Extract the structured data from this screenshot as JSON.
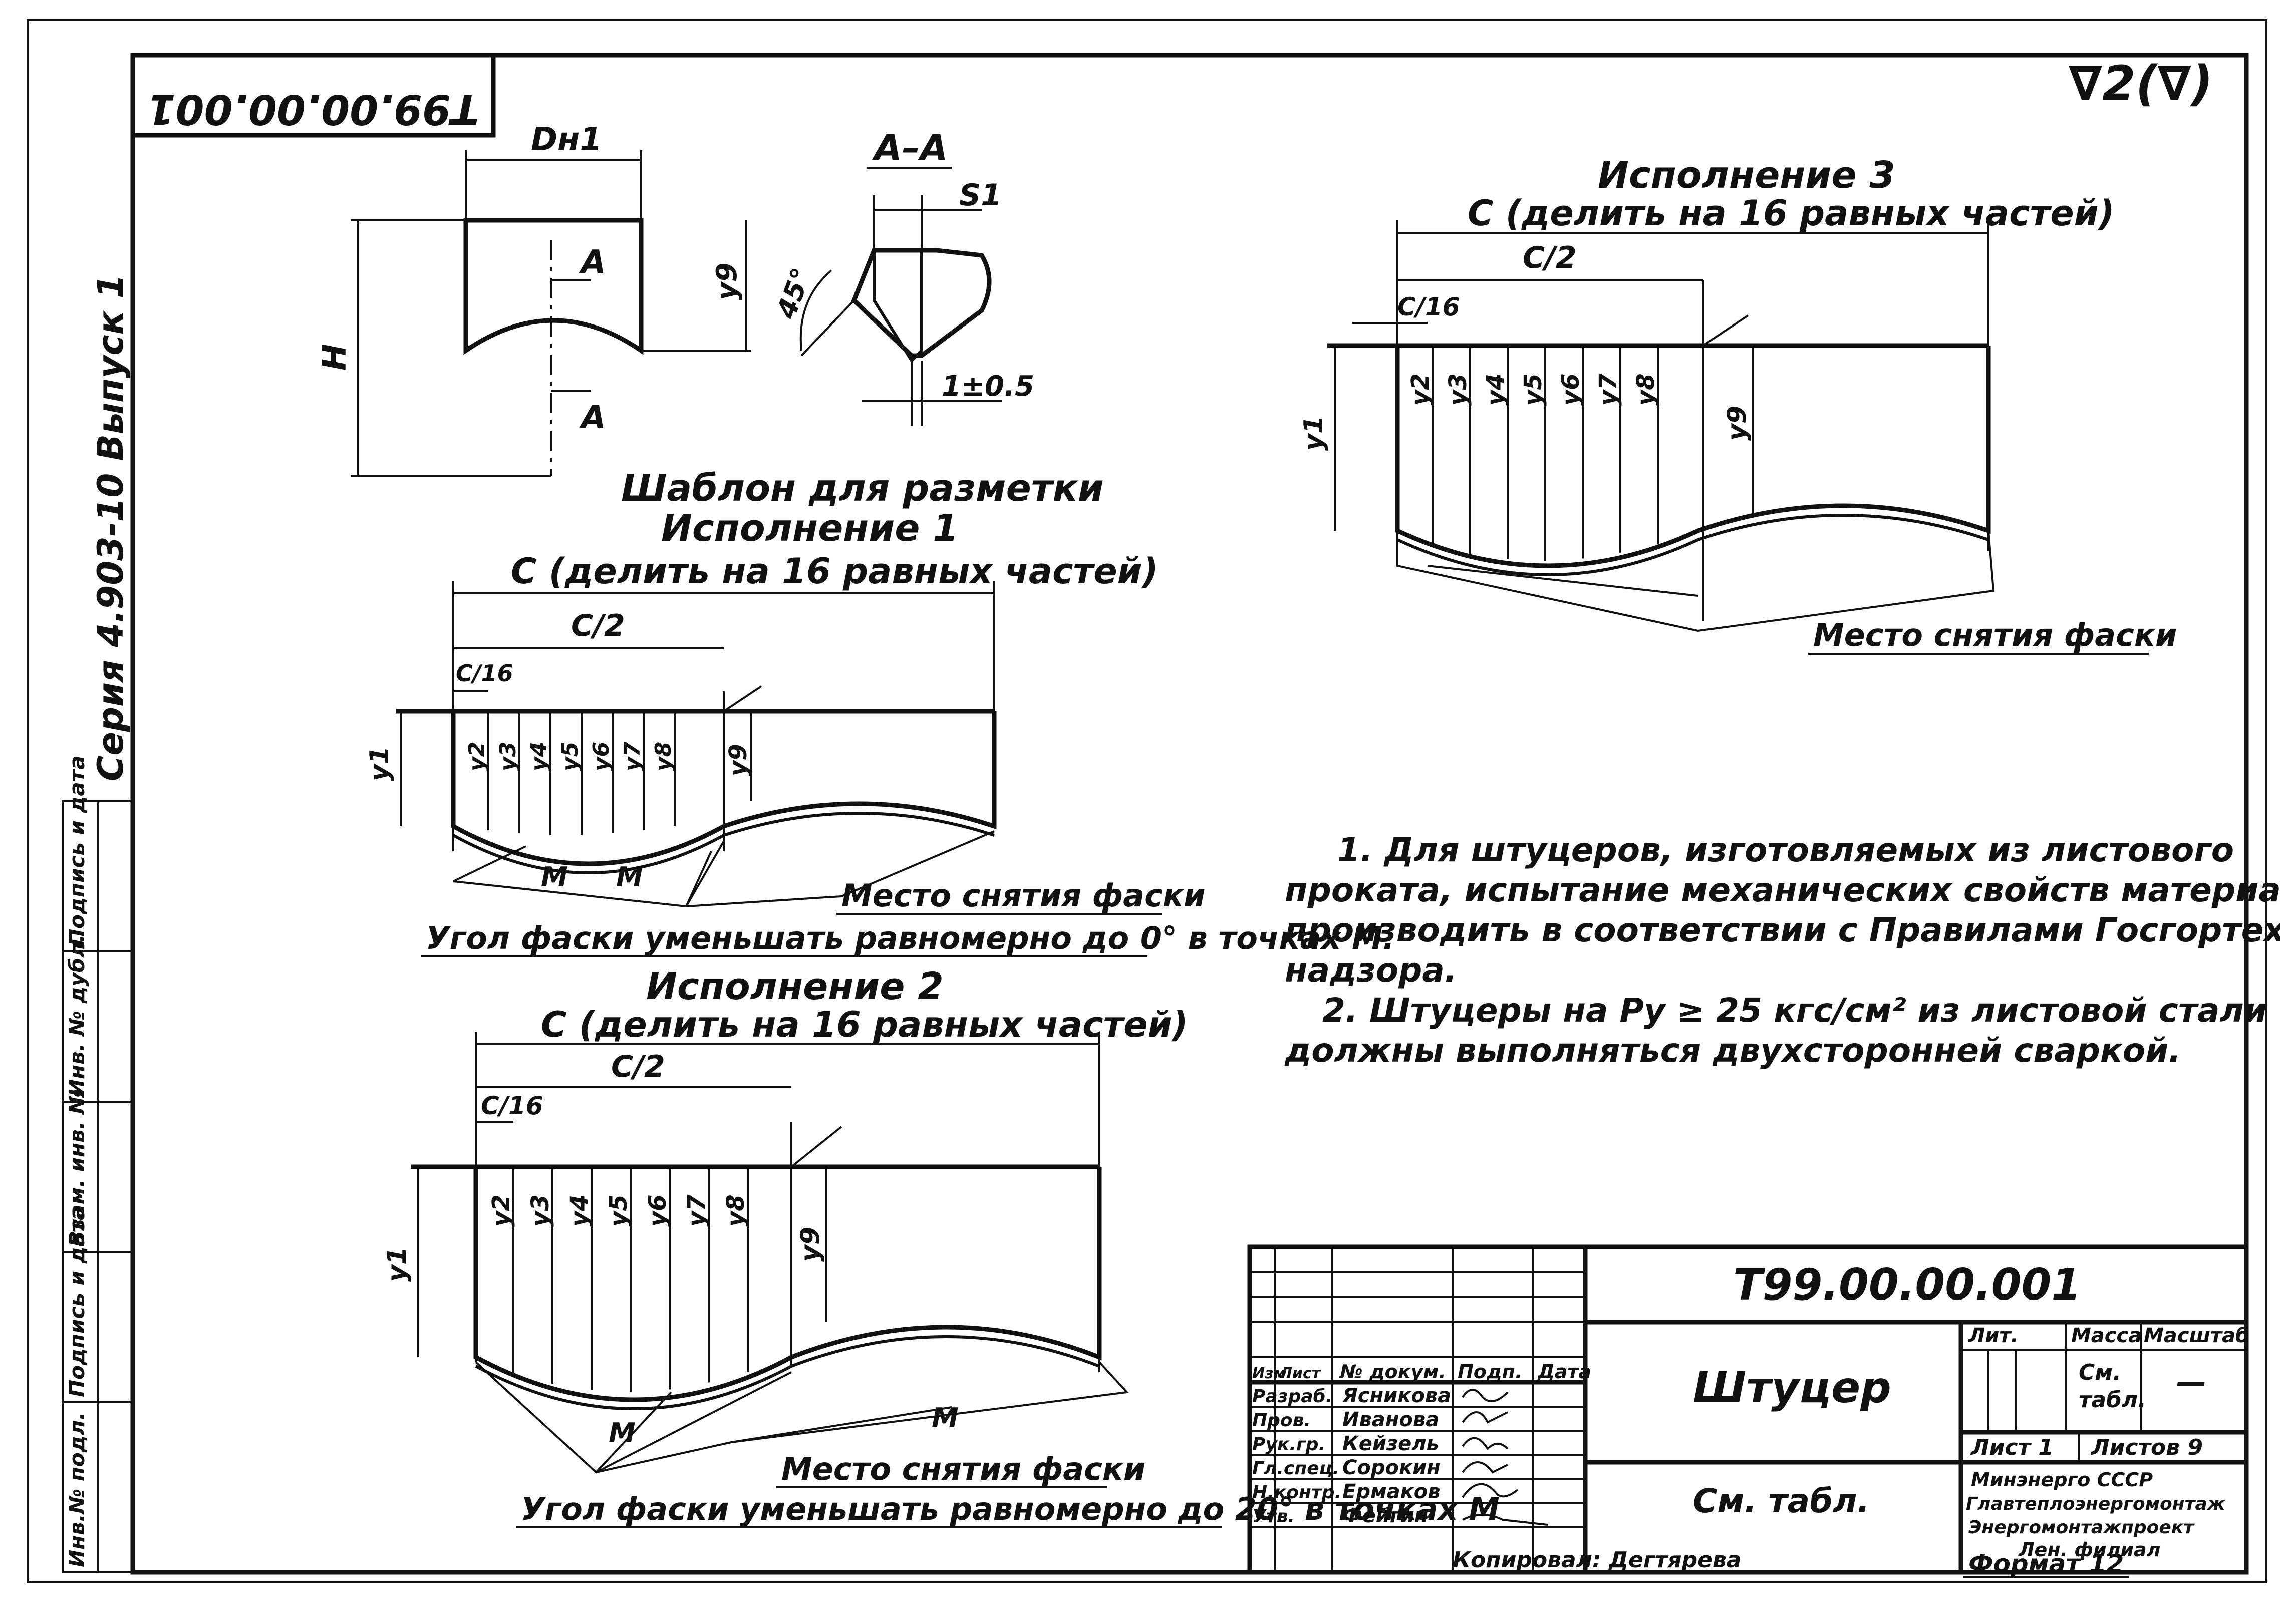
{
  "top_stamp": "T99.00.00.001",
  "roughness": "∇2(∇)",
  "side_series": "Серия 4.903-10 Выпуск 1",
  "side_stamp": [
    "Инв.№ подл.",
    "Подпись и дата",
    "Взам. инв. №",
    "Инв. № дубл.",
    "Подпись и дата"
  ],
  "template": {
    "dn_label": "Dн1",
    "h_label": "H",
    "y9_label": "y9",
    "section_label": "A",
    "section": {
      "title": "А–А",
      "s_label": "S1",
      "angle": "45°",
      "gap": "1±0.5"
    },
    "title": "Шаблон для разметки",
    "subtitle": "Исполнение 1"
  },
  "exec1": {
    "c_label": "С (делить на 16 равных частей)",
    "c2_label": "C/2",
    "c16_label": "C/16",
    "y_labels": [
      "y1",
      "y2",
      "y3",
      "y4",
      "y5",
      "y6",
      "y7",
      "y8",
      "y9"
    ],
    "m_label": "M",
    "chamfer": "Место снятия фаски",
    "note": "Угол фаски уменьшать равномерно до 0° в точках М."
  },
  "exec2": {
    "title": "Исполнение 2",
    "c_label": "С (делить на 16 равных частей)",
    "c2_label": "C/2",
    "c16_label": "C/16",
    "y_labels": [
      "y1",
      "y2",
      "y3",
      "y4",
      "y5",
      "y6",
      "y7",
      "y8",
      "y9"
    ],
    "m_label": "M",
    "chamfer": "Место снятия фаски",
    "note": "Угол фаски уменьшать равномерно до 20° в точках М"
  },
  "exec3": {
    "title": "Исполнение 3",
    "c_label": "С (делить на 16 равных частей)",
    "c2_label": "C/2",
    "c16_label": "C/16",
    "y_labels": [
      "y1",
      "y2",
      "y3",
      "y4",
      "y5",
      "y6",
      "y7",
      "y8",
      "y9"
    ],
    "chamfer": "Место снятия фаски"
  },
  "notes": [
    "1. Для штуцеров, изготовляемых из листового",
    "проката, испытание механических свойств материала",
    "производить в соответствии с Правилами Госгортех-",
    "надзора.",
    "2. Штуцеры на Pу ≥ 25 кгс/см² из листовой стали",
    "должны выполняться двухсторонней сваркой."
  ],
  "title_block": {
    "designation": "Т99.00.00.001",
    "name": "Штуцер",
    "material": "См. табл.",
    "headers": [
      "Изм.",
      "Лист",
      "№ докум.",
      "Подп.",
      "Дата"
    ],
    "roles": [
      "Разраб.",
      "Пров.",
      "Рук.гр.",
      "Гл.спец.",
      "Н.контр.",
      "Утв."
    ],
    "names": [
      "Ясникова",
      "Иванова",
      "Кейзель",
      "Сорокин",
      "Ермаков",
      "Фейгин"
    ],
    "lit": "Лит.",
    "mass": "Масса",
    "scale": "Масштаб",
    "mass_value_1": "См.",
    "mass_value_2": "табл.",
    "scale_value": "—",
    "sheet": "Лист 1",
    "sheets": "Листов 9",
    "org": [
      "Минэнерго СССР",
      "Главтеплоэнергомонтаж",
      "Энергомонтажпроект",
      "Лен. филиал"
    ],
    "copied": "Копировал: Дегтярева",
    "format": "Формат 12"
  }
}
